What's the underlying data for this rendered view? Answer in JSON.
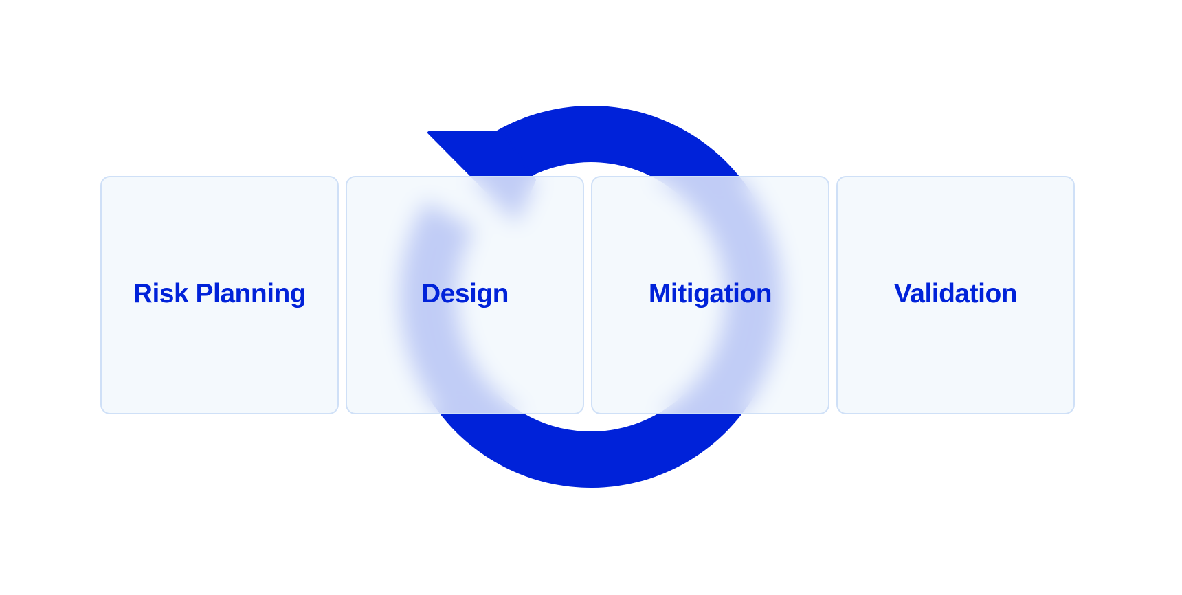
{
  "diagram": {
    "title": "Risk management cycle",
    "accent_color": "#0022d9",
    "card_fill": "#f1f8fd",
    "card_border": "#cfe0f7",
    "background_icon": "cycle-arrow-icon",
    "steps": [
      {
        "label": "Risk Planning"
      },
      {
        "label": "Design"
      },
      {
        "label": "Mitigation"
      },
      {
        "label": "Validation"
      }
    ]
  }
}
